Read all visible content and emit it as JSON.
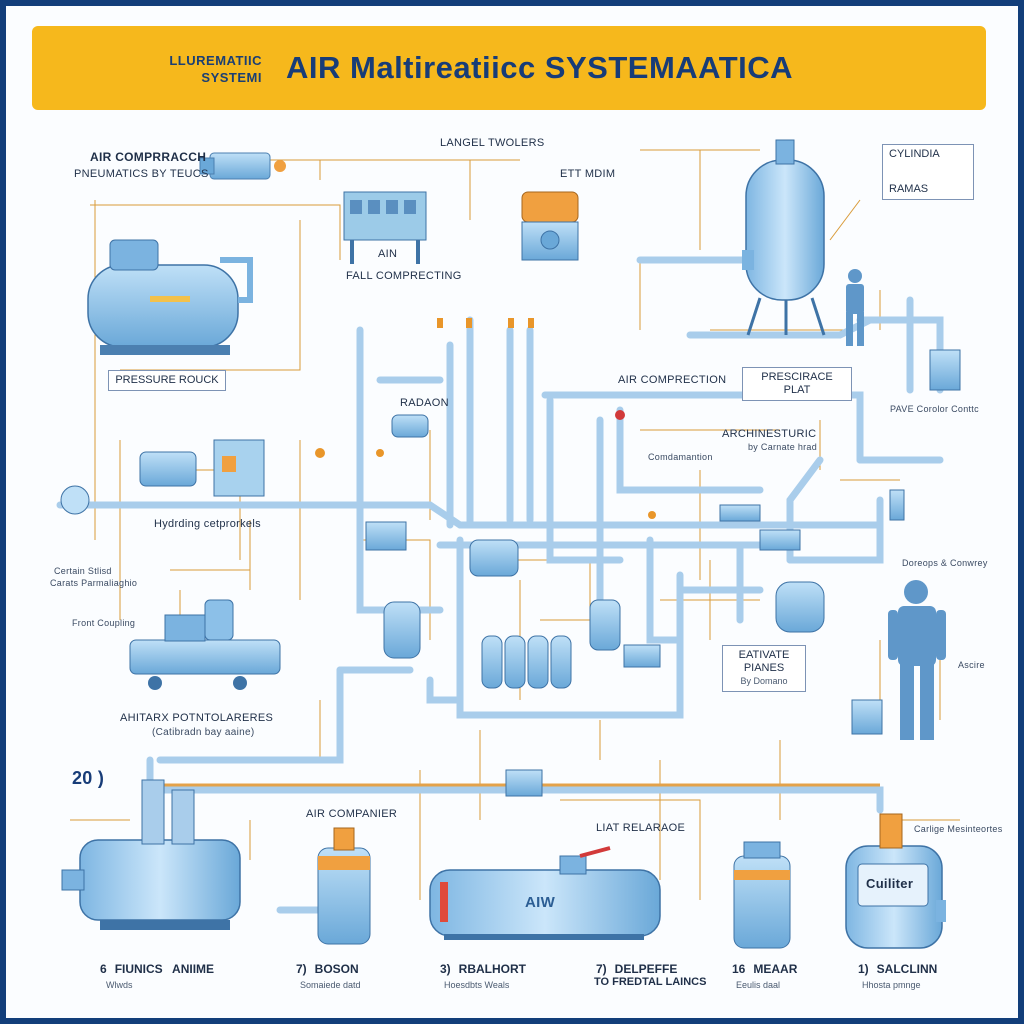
{
  "banner": {
    "small_line1": "LLUREMATIIC",
    "small_line2": "SYSTEMI",
    "title": "AIR Maltireatiicc SYSTEMAATICA"
  },
  "labels": {
    "air_compressor": "AIR COMPRRACCH",
    "pneumatics": "PNEUMATICS BY TEUCS",
    "langel_tools": "LANGEL TWOLERS",
    "ett_mdim": "ETT MDIM",
    "air_box": "AIN",
    "fall_compressing": "FALL COMPRECTING",
    "cylinder": "CYLINDIA",
    "rams": "RAMAS",
    "pressure_rock": "PRESSURE ROUCK",
    "air_compression": "AIR COMPRECTION",
    "pressure_plat": "PRESCIRACE PLAT",
    "random": "RADAON",
    "architecture": "ARCHINESTURIC",
    "architecture_sub": "by Carnate hrad",
    "hydraulic": "Hydrding cetprorkels",
    "auxiliary": "AHITARX POTNTOLARERES",
    "auxiliary_sub": "(Catibradn  bay aaine)",
    "evaluate": "EATIVATE",
    "evaluate2": "PIANES",
    "evaluate3": "By Domano",
    "section_num": "20 )",
    "air_container": "AIR COMPANIER",
    "last_reload": "LIAT RELARAOE",
    "tank_brand": "AIW",
    "filter_brand": "Cuiliter",
    "operator": "Doreops & Conwrey",
    "aspire": "Ascire",
    "pipe_small": "PAVE Corolor Conttc",
    "cert": "Certain Stlisd",
    "cert2": "Carats Parmaliaghio",
    "front_coupling": "Front Coupling",
    "controller": "Comdamantion",
    "cert3": "Carlige Mesinteortes"
  },
  "footer": [
    {
      "num": "6",
      "title": "FIUNICS",
      "extra": "ANIIME",
      "sub": "Wlwds"
    },
    {
      "num": "7)",
      "title": "BOSON",
      "extra": "",
      "sub": "Somaiede datd"
    },
    {
      "num": "3)",
      "title": "RBALHORT",
      "extra": "",
      "sub": "Hoesdbts Weals"
    },
    {
      "num": "7)",
      "title": "DELPEFFE",
      "extra": "TO FREDTAL LAINCS",
      "sub": ""
    },
    {
      "num": "16",
      "title": "MEAAR",
      "extra": "",
      "sub": "Eeulis daal"
    },
    {
      "num": "1)",
      "title": "SALCLINN",
      "extra": "",
      "sub": "Hhosta pmnge"
    }
  ],
  "colors": {
    "frame": "#123e7a",
    "banner": "#f6b81c",
    "equipment": "#8cc0e8",
    "pipe": "#a9cdeb",
    "accent_orange": "#e9962a",
    "callout": "#d99b3a"
  }
}
